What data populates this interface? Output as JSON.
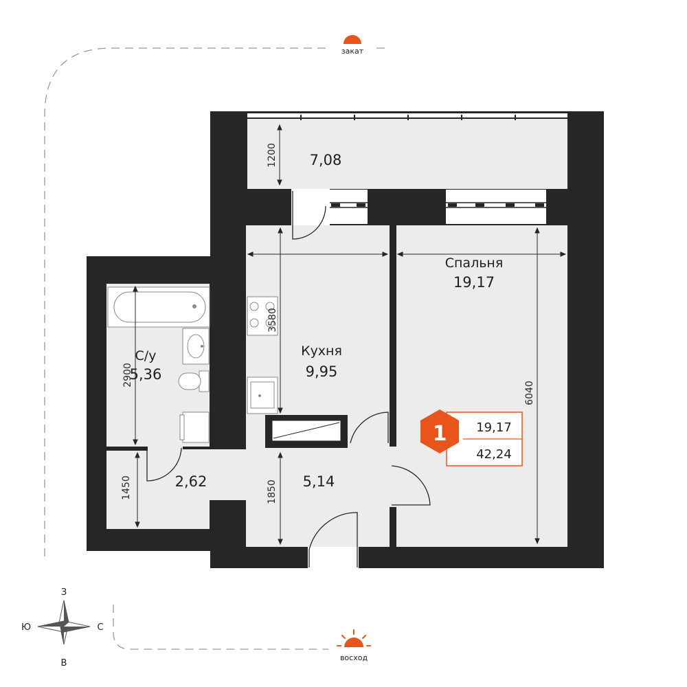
{
  "sun": {
    "sunset": "закат",
    "sunrise": "восход"
  },
  "compass": {
    "north": "З",
    "south": "В",
    "west": "Ю",
    "east": "С"
  },
  "rooms": {
    "balcony": {
      "name": "",
      "area": "7,08"
    },
    "bedroom": {
      "name": "Спальня",
      "area": "19,17"
    },
    "kitchen": {
      "name": "Кухня",
      "area": "9,95"
    },
    "bathroom": {
      "name": "С/у",
      "area": "5,36"
    },
    "hall_small": {
      "name": "",
      "area": "2,62"
    },
    "hall": {
      "name": "",
      "area": "5,14"
    }
  },
  "dimensions": {
    "balcony_depth": "1200",
    "kitchen_length": "3580",
    "bedroom_length": "6040",
    "bathroom_length": "2900",
    "hall_small_length": "1450",
    "hall_length": "1850"
  },
  "badge": {
    "rooms": "1",
    "living_area": "19,17",
    "total_area": "42,24"
  },
  "colors": {
    "wall": "#262626",
    "floor": "#ececec",
    "accent": "#e8541c"
  }
}
